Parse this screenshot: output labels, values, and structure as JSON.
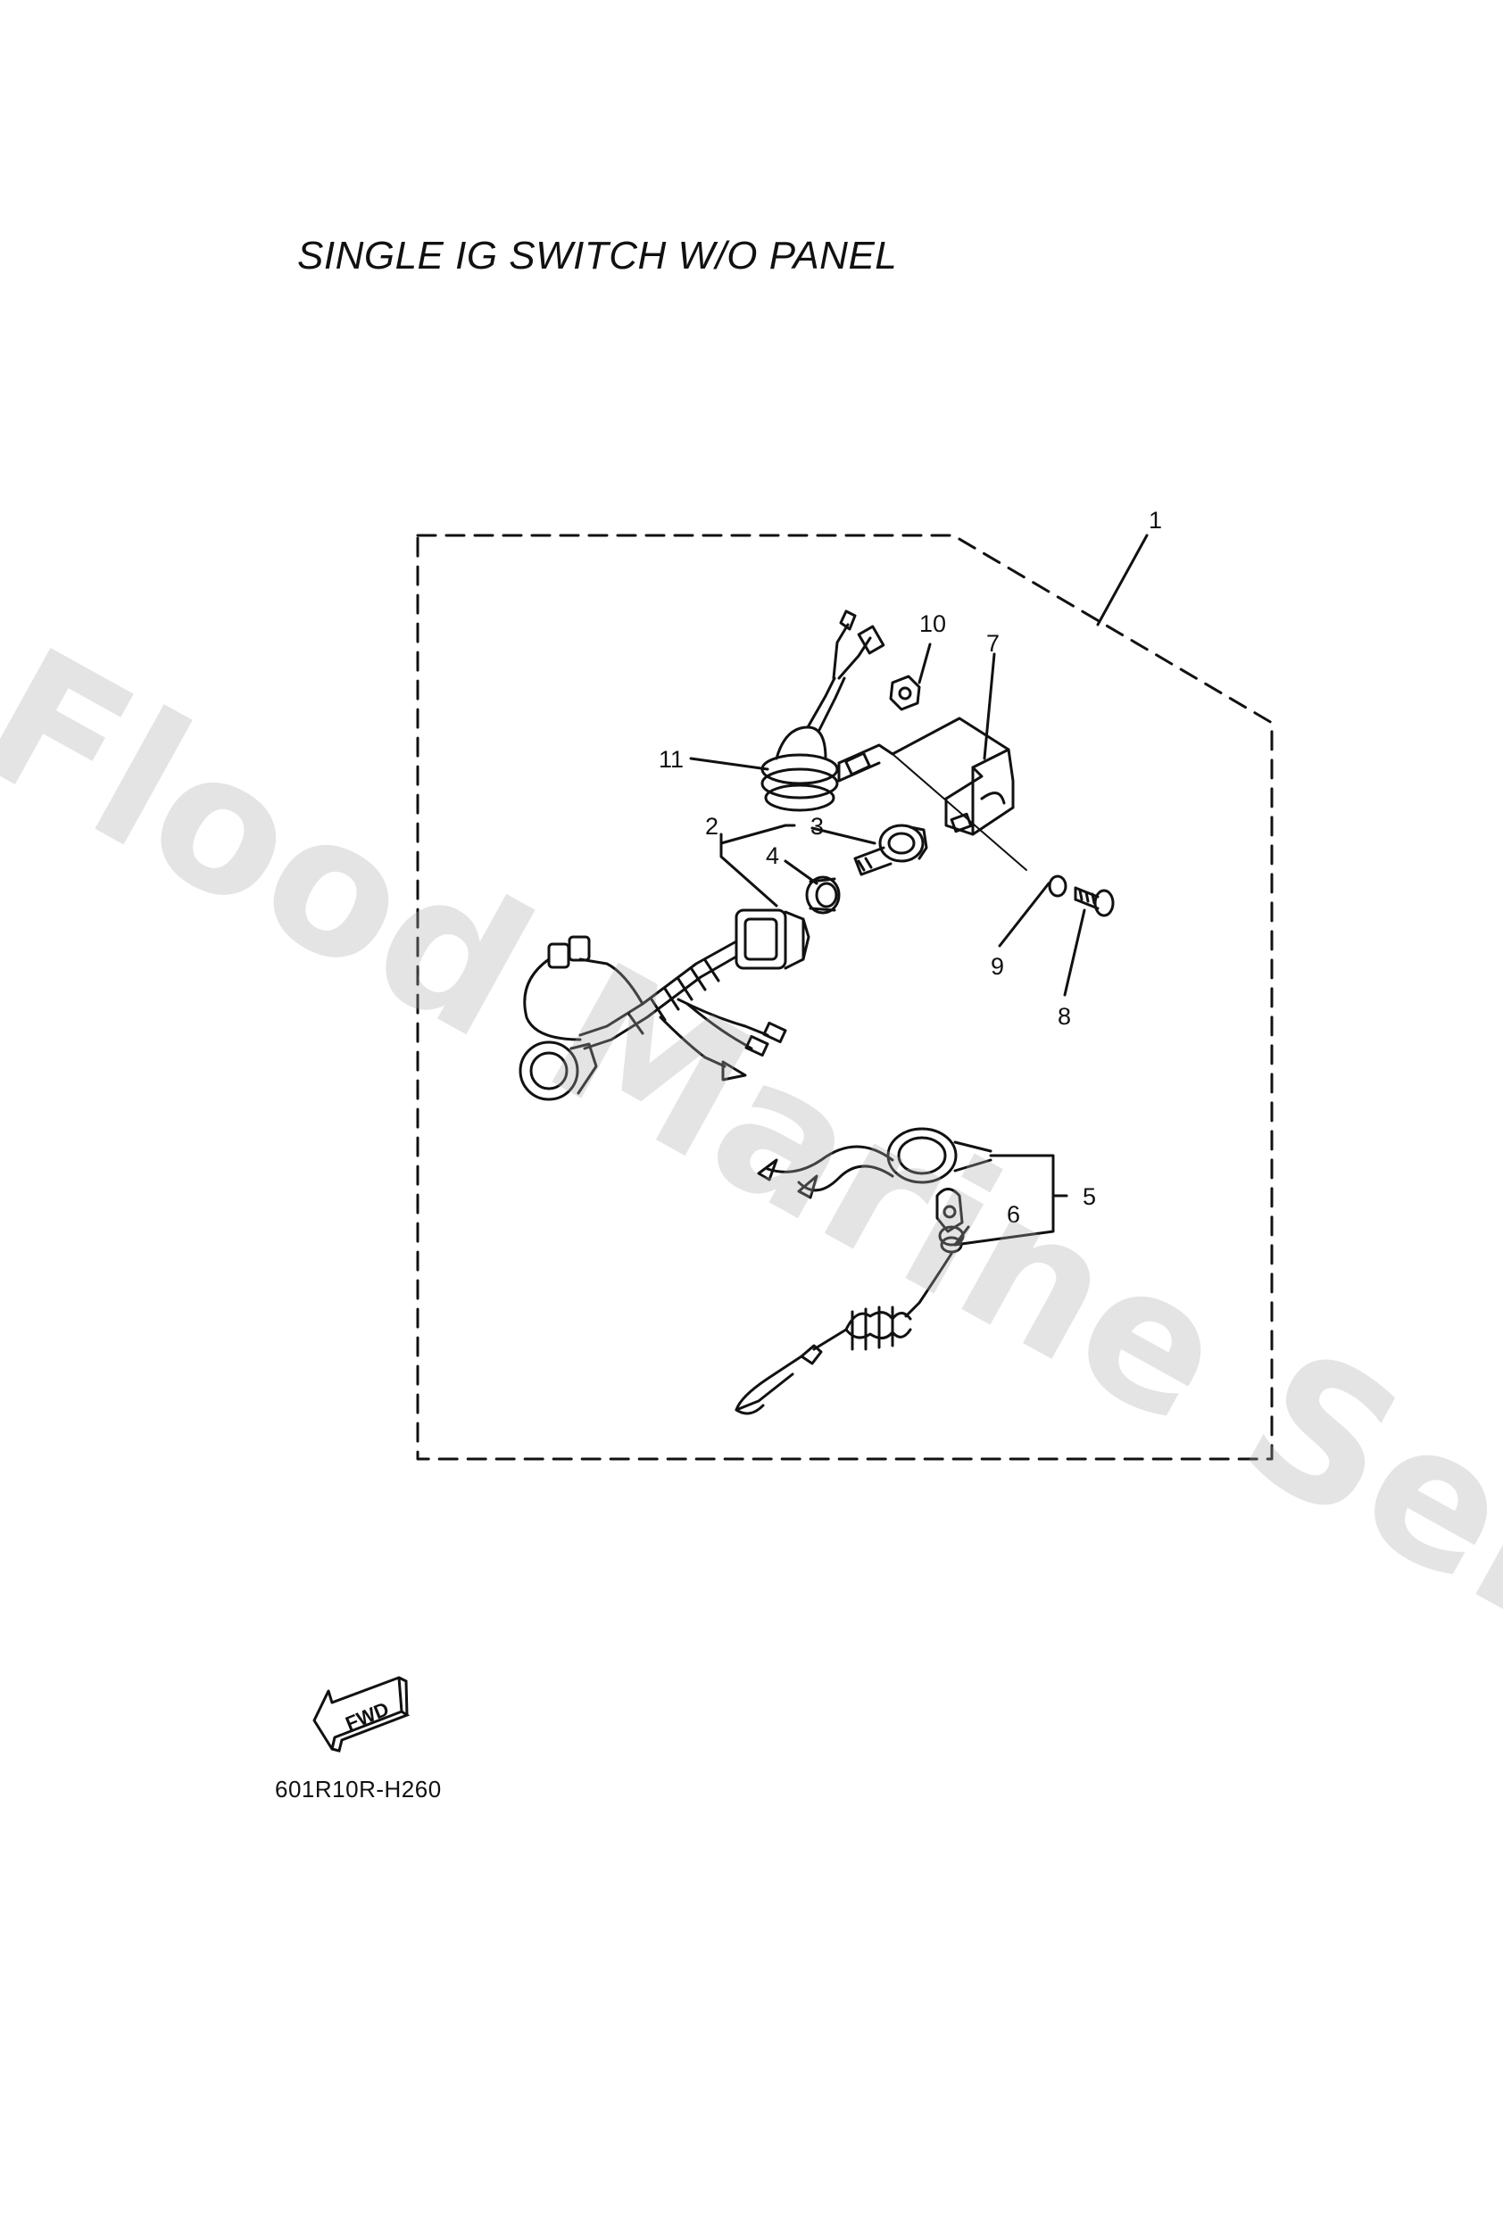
{
  "title": "SINGLE IG SWITCH W/O PANEL",
  "diagram_code": "601R10R-H260",
  "fwd_label": "FWD",
  "watermark": "Flood Marine Services",
  "callouts": [
    {
      "id": "1",
      "label": "1"
    },
    {
      "id": "2",
      "label": "2"
    },
    {
      "id": "3",
      "label": "3"
    },
    {
      "id": "4",
      "label": "4"
    },
    {
      "id": "5",
      "label": "5"
    },
    {
      "id": "6",
      "label": "6"
    },
    {
      "id": "7",
      "label": "7"
    },
    {
      "id": "8",
      "label": "8"
    },
    {
      "id": "9",
      "label": "9"
    },
    {
      "id": "10",
      "label": "10"
    },
    {
      "id": "11",
      "label": "11"
    }
  ]
}
